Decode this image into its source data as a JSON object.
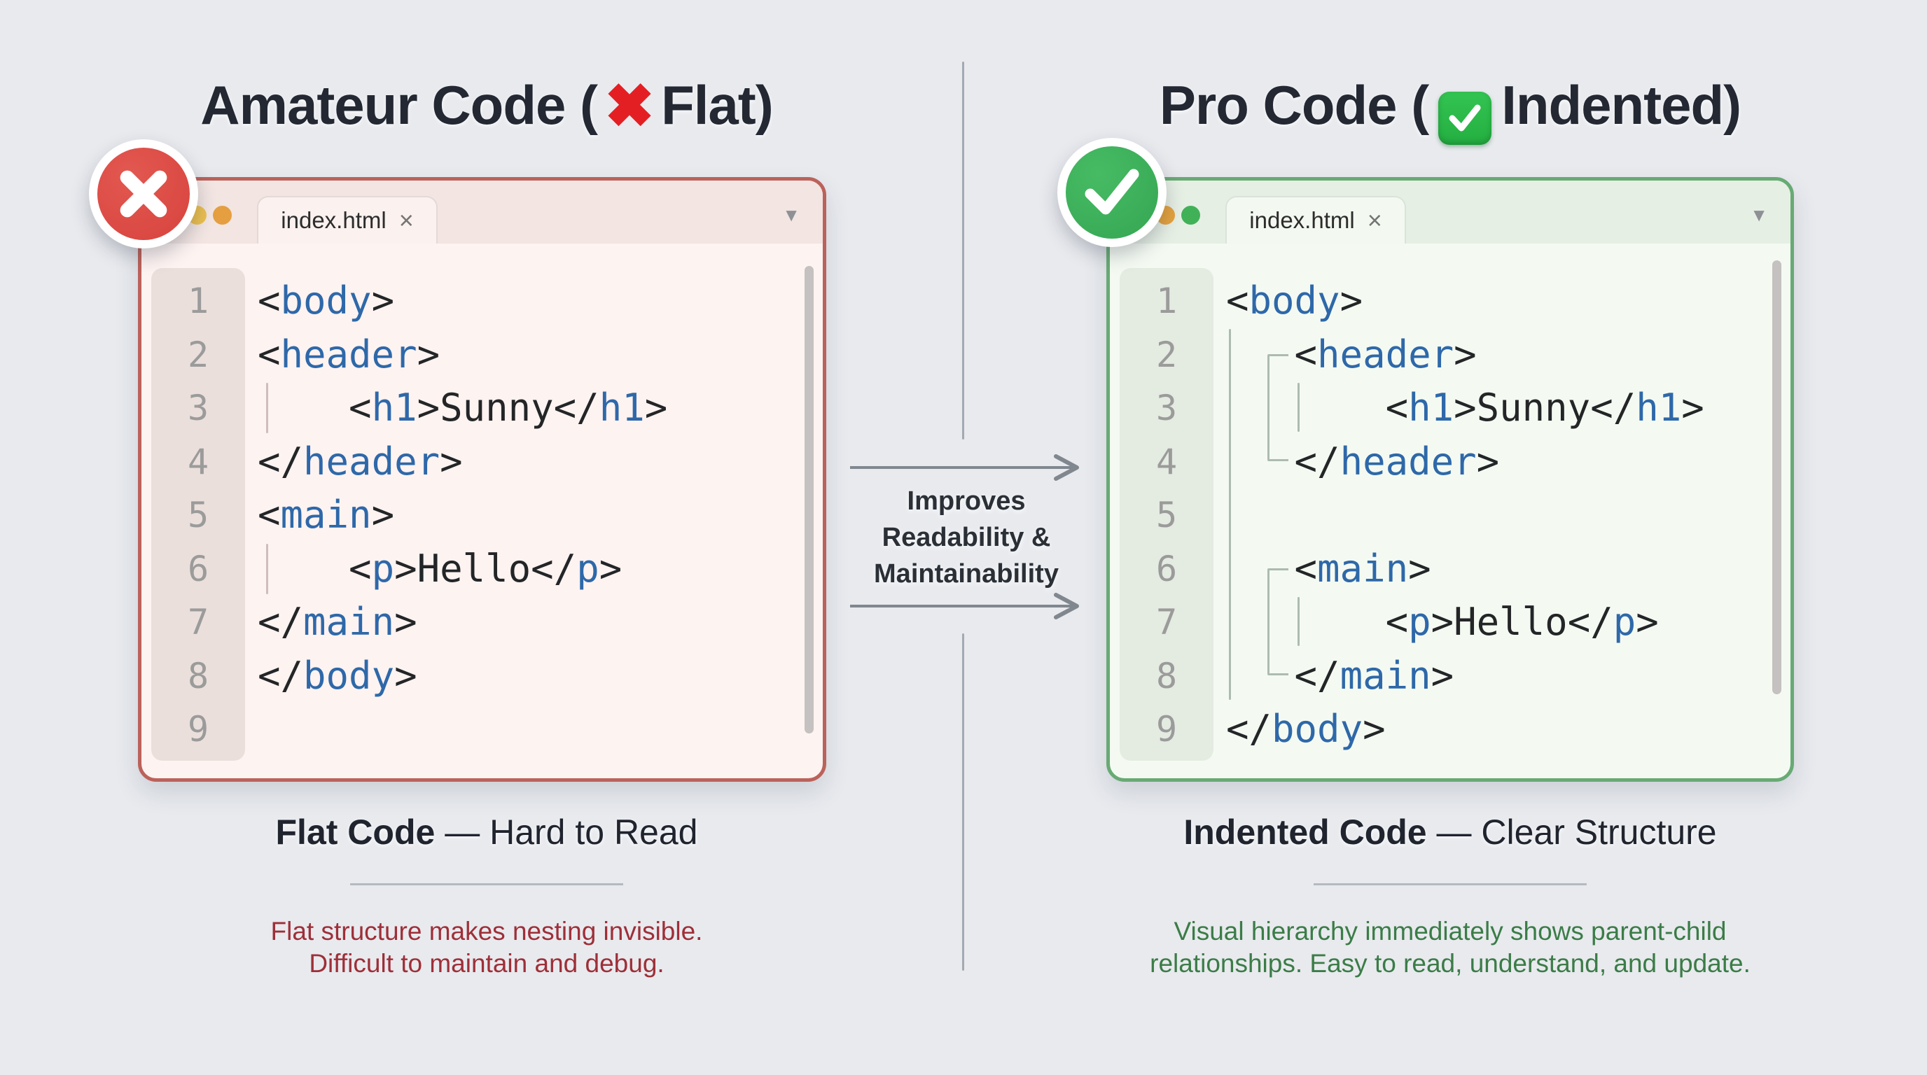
{
  "header": {
    "left_title": {
      "prefix": "Amateur Code (",
      "cross_icon_glyph": "✖",
      "suffix": "Flat)"
    },
    "right_title": {
      "prefix": "Pro Code (",
      "check_icon_name": "white-check-mark-emoji",
      "suffix": "Indented)"
    }
  },
  "middle": {
    "lines": [
      "Improves",
      "Readability &",
      "Maintainability"
    ]
  },
  "editors": {
    "left": {
      "tab_label": "index.html",
      "tab_close_glyph": "×",
      "dropdown_glyph": "▼",
      "badge_icon_name": "error-cross",
      "lines": [
        {
          "n": "1",
          "code": [
            [
              "p",
              "<"
            ],
            [
              "t",
              "body"
            ],
            [
              "p",
              ">"
            ]
          ]
        },
        {
          "n": "2",
          "code": [
            [
              "p",
              "<"
            ],
            [
              "t",
              "header"
            ],
            [
              "p",
              ">"
            ]
          ]
        },
        {
          "n": "3",
          "code": [
            [
              "p",
              "    <"
            ],
            [
              "t",
              "h1"
            ],
            [
              "p",
              ">"
            ],
            [
              "x",
              "Sunny"
            ],
            [
              "p",
              "</"
            ],
            [
              "t",
              "h1"
            ],
            [
              "p",
              ">"
            ]
          ]
        },
        {
          "n": "4",
          "code": [
            [
              "p",
              "</"
            ],
            [
              "t",
              "header"
            ],
            [
              "p",
              ">"
            ]
          ]
        },
        {
          "n": "5",
          "code": [
            [
              "p",
              "<"
            ],
            [
              "t",
              "main"
            ],
            [
              "p",
              ">"
            ]
          ]
        },
        {
          "n": "6",
          "code": [
            [
              "p",
              "    <"
            ],
            [
              "t",
              "p"
            ],
            [
              "p",
              ">"
            ],
            [
              "x",
              "Hello"
            ],
            [
              "p",
              "</"
            ],
            [
              "t",
              "p"
            ],
            [
              "p",
              ">"
            ]
          ]
        },
        {
          "n": "7",
          "code": [
            [
              "p",
              "</"
            ],
            [
              "t",
              "main"
            ],
            [
              "p",
              ">"
            ]
          ]
        },
        {
          "n": "8",
          "code": [
            [
              "p",
              "</"
            ],
            [
              "t",
              "body"
            ],
            [
              "p",
              ">"
            ]
          ]
        },
        {
          "n": "9",
          "code": []
        }
      ]
    },
    "right": {
      "tab_label": "index.html",
      "tab_close_glyph": "×",
      "dropdown_glyph": "▼",
      "badge_icon_name": "success-check",
      "lines": [
        {
          "n": "1",
          "code": [
            [
              "p",
              "<"
            ],
            [
              "t",
              "body"
            ],
            [
              "p",
              ">"
            ]
          ]
        },
        {
          "n": "2",
          "code": [
            [
              "p",
              "   <"
            ],
            [
              "t",
              "header"
            ],
            [
              "p",
              ">"
            ]
          ]
        },
        {
          "n": "3",
          "code": [
            [
              "p",
              "       <"
            ],
            [
              "t",
              "h1"
            ],
            [
              "p",
              ">"
            ],
            [
              "x",
              "Sunny"
            ],
            [
              "p",
              "</"
            ],
            [
              "t",
              "h1"
            ],
            [
              "p",
              ">"
            ]
          ]
        },
        {
          "n": "4",
          "code": [
            [
              "p",
              "   </"
            ],
            [
              "t",
              "header"
            ],
            [
              "p",
              ">"
            ]
          ]
        },
        {
          "n": "5",
          "code": []
        },
        {
          "n": "6",
          "code": [
            [
              "p",
              "   <"
            ],
            [
              "t",
              "main"
            ],
            [
              "p",
              ">"
            ]
          ]
        },
        {
          "n": "7",
          "code": [
            [
              "p",
              "       <"
            ],
            [
              "t",
              "p"
            ],
            [
              "p",
              ">"
            ],
            [
              "x",
              "Hello"
            ],
            [
              "p",
              "</"
            ],
            [
              "t",
              "p"
            ],
            [
              "p",
              ">"
            ]
          ]
        },
        {
          "n": "8",
          "code": [
            [
              "p",
              "   </"
            ],
            [
              "t",
              "main"
            ],
            [
              "p",
              ">"
            ]
          ]
        },
        {
          "n": "9",
          "code": [
            [
              "p",
              "</"
            ],
            [
              "t",
              "body"
            ],
            [
              "p",
              ">"
            ]
          ]
        }
      ]
    }
  },
  "captions": {
    "left": {
      "heading_strong": "Flat Code",
      "heading_rest": " — Hard to Read",
      "note_line1": "Flat structure makes nesting invisible.",
      "note_line2": "Difficult to maintain and debug."
    },
    "right": {
      "heading_strong": "Indented Code",
      "heading_rest": " — Clear Structure",
      "note_line1": "Visual hierarchy immediately shows parent-child",
      "note_line2": "relationships. Easy to read, understand, and update."
    }
  },
  "colors": {
    "page_bg": "#e8eaee",
    "title_text": "#232833",
    "divider": "#a4aab2",
    "arrow": "#80878f",
    "mid_note": "#2b3037",
    "tag_blue": "#2e68a9",
    "code_text": "#232527",
    "line_number": "#9b9b9b",
    "guide_left": "rgba(140,115,110,0.42)",
    "guide_right": "rgba(95,120,105,0.48)",
    "scrollbar": "#c4c1c0",
    "caption_heading": "#20242e",
    "caption_divider": "#b5bac1",
    "tab_label": "#2c2c2c",
    "tab_close": "#757575",
    "dd_icon": "#8f9096",
    "left_border": "#bb625b",
    "left_tabbar_bg": "#f2e5e2",
    "left_tab_bg": "#fbf1ef",
    "left_body_bg": "#fdf3f1",
    "left_gutter_bg": "#eadfdb",
    "left_dot1": "#ecc050",
    "left_dot2": "#e59f41",
    "left_note": "#9e2f38",
    "right_border": "#68aa74",
    "right_tabbar_bg": "#e6efe4",
    "right_tab_bg": "#f3f9f1",
    "right_body_bg": "#f4faf2",
    "right_gutter_bg": "#e4ebe1",
    "right_dot1": "#e5a33f",
    "right_dot2": "#41b158",
    "right_note": "#3b7c47",
    "badge_red": "#d8433e",
    "badge_green": "#35a653",
    "cross_emoji_red": "#e41f24",
    "check_emoji_green": "#24af41"
  }
}
